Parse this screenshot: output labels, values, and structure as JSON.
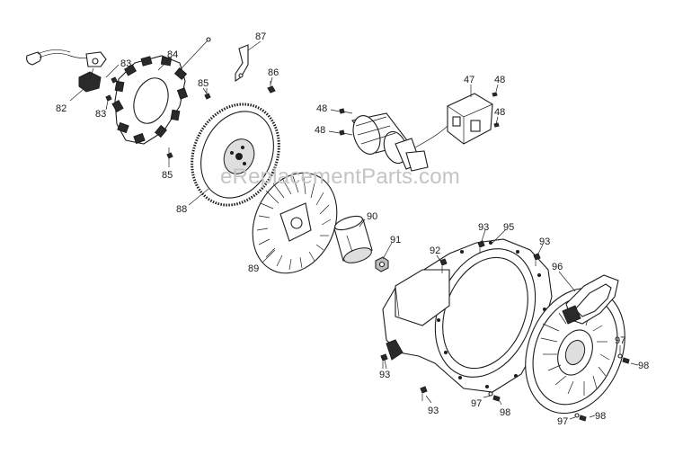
{
  "watermark": "eReplacementParts.com",
  "callouts": [
    {
      "id": "c82",
      "text": "82"
    },
    {
      "id": "c83a",
      "text": "83"
    },
    {
      "id": "c83b",
      "text": "83"
    },
    {
      "id": "c84",
      "text": "84"
    },
    {
      "id": "c85a",
      "text": "85"
    },
    {
      "id": "c85b",
      "text": "85"
    },
    {
      "id": "c86",
      "text": "86"
    },
    {
      "id": "c87",
      "text": "87"
    },
    {
      "id": "c88",
      "text": "88"
    },
    {
      "id": "c89",
      "text": "89"
    },
    {
      "id": "c90",
      "text": "90"
    },
    {
      "id": "c91",
      "text": "91"
    },
    {
      "id": "c47",
      "text": "47"
    },
    {
      "id": "c48a",
      "text": "48"
    },
    {
      "id": "c48b",
      "text": "48"
    },
    {
      "id": "c48c",
      "text": "48"
    },
    {
      "id": "c48d",
      "text": "48"
    },
    {
      "id": "c92",
      "text": "92"
    },
    {
      "id": "c93a",
      "text": "93"
    },
    {
      "id": "c93b",
      "text": "93"
    },
    {
      "id": "c93c",
      "text": "93"
    },
    {
      "id": "c93d",
      "text": "93"
    },
    {
      "id": "c95",
      "text": "95"
    },
    {
      "id": "c96",
      "text": "96"
    },
    {
      "id": "c97a",
      "text": "97"
    },
    {
      "id": "c97b",
      "text": "97"
    },
    {
      "id": "c97c",
      "text": "97"
    },
    {
      "id": "c98a",
      "text": "98"
    },
    {
      "id": "c98b",
      "text": "98"
    },
    {
      "id": "c98c",
      "text": "98"
    }
  ]
}
